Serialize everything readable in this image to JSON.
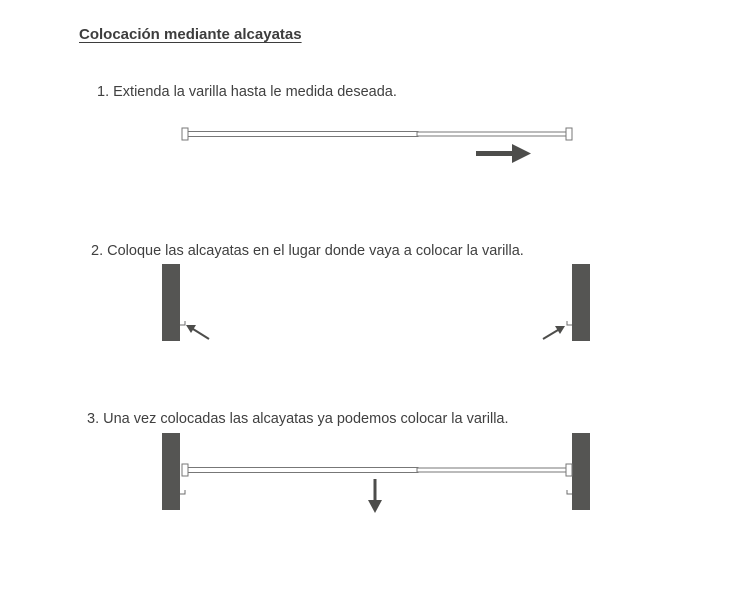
{
  "title": "Colocación mediante alcayatas",
  "steps": [
    {
      "text": "1. Extienda la varilla hasta le medida deseada."
    },
    {
      "text": "2. Coloque las alcayatas en el lugar donde vaya a colocar la varilla."
    },
    {
      "text": "3. Una vez colocadas las alcayatas ya podemos colocar la varilla."
    }
  ],
  "colors": {
    "wall": "#555553",
    "arrow": "#4d4d4b",
    "rod_outline": "#777777",
    "rod_fill": "#ffffff",
    "hook": "#6d6d6d"
  }
}
